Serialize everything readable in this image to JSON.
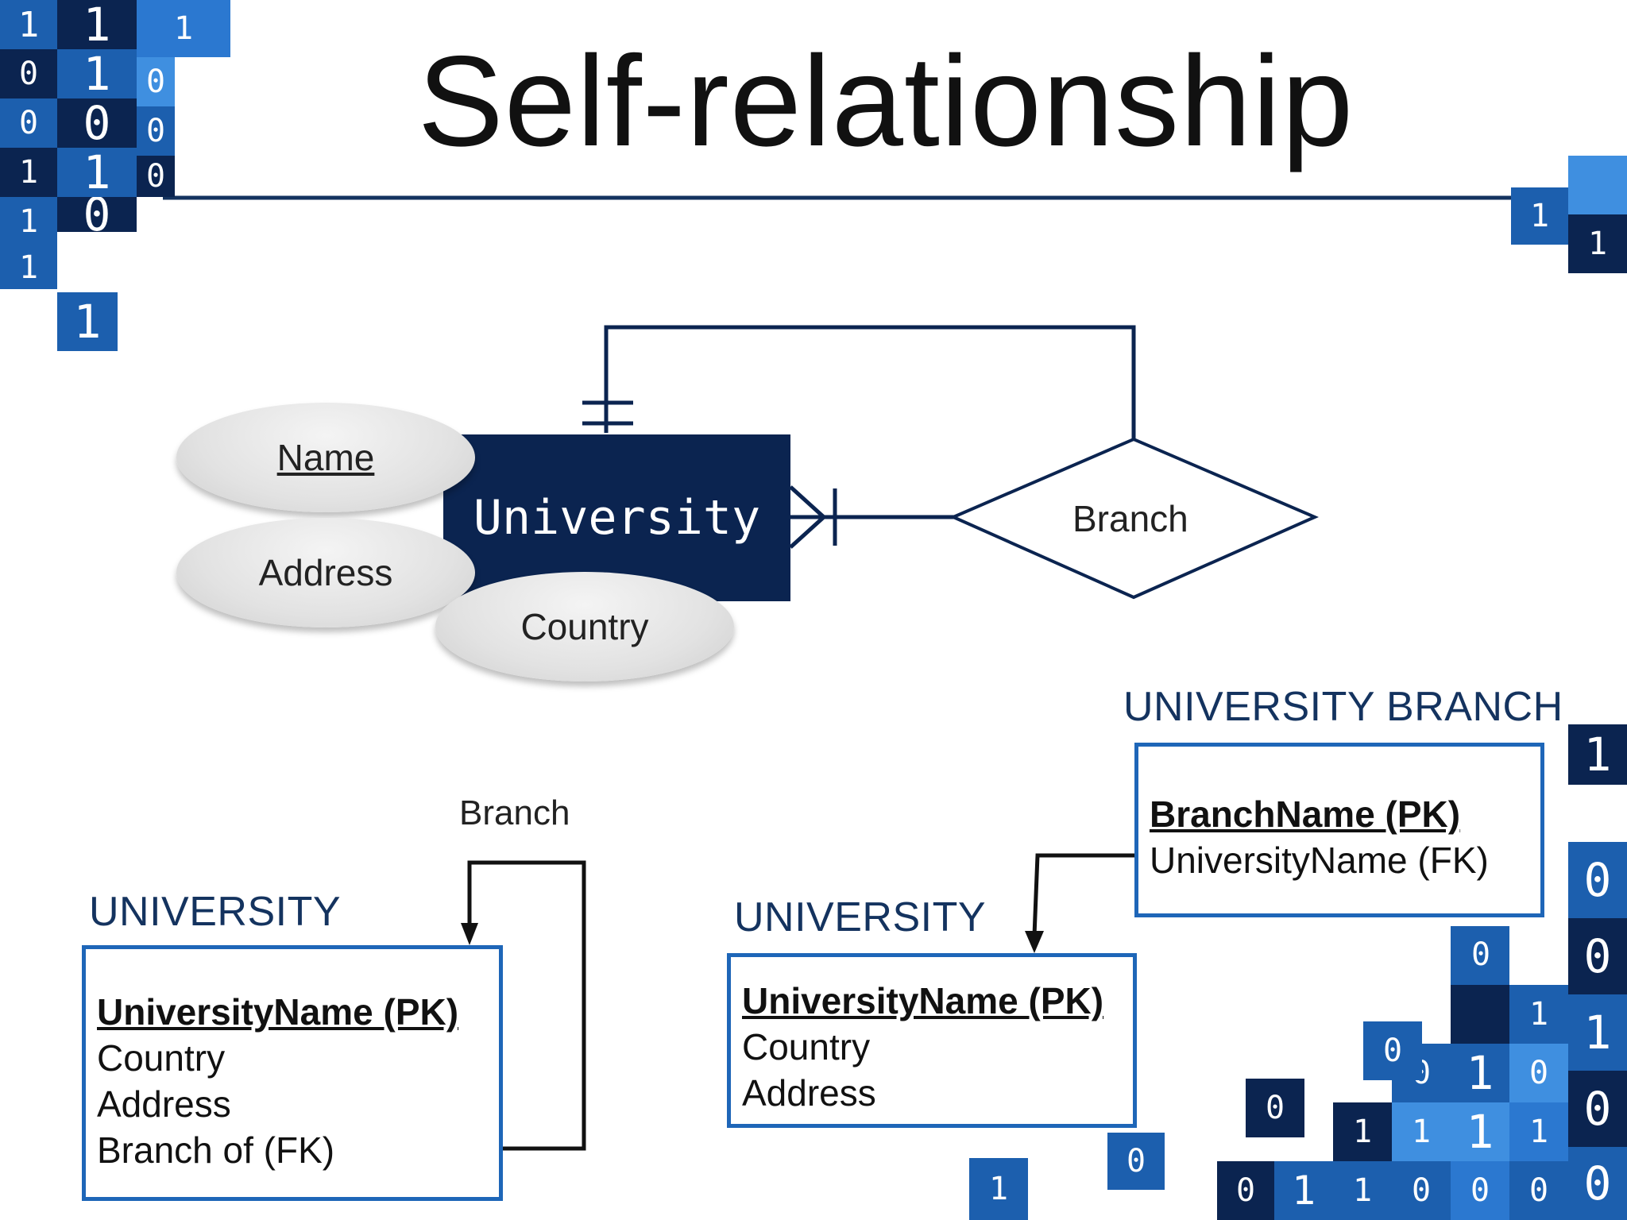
{
  "slide": {
    "title": "Self-relationship"
  },
  "erd": {
    "entity": "University",
    "attributes": {
      "key": "Name",
      "address": "Address",
      "country": "Country"
    },
    "relationship": "Branch"
  },
  "schema_left": {
    "title": "UNIVERSITY",
    "rows": [
      "UniversityName (PK)",
      "Country",
      "Address",
      "Branch of (FK)"
    ],
    "relation_label": "Branch"
  },
  "schema_branch": {
    "title": "UNIVERSITY BRANCH",
    "rows": [
      "BranchName (PK)",
      "UniversityName (FK)"
    ]
  },
  "schema_right": {
    "title": "UNIVERSITY",
    "rows": [
      "UniversityName (PK)",
      "Country",
      "Address"
    ]
  },
  "decor": {
    "tiles_top_left": [
      "1",
      "1",
      "1",
      "0",
      "1",
      "0",
      "0",
      "0",
      "0",
      "1",
      "1",
      "0",
      "1",
      "0",
      "1",
      "1"
    ],
    "tiles_top_right": [
      "1",
      "1"
    ],
    "tiles_bottom_right": [
      "1",
      "0",
      "0",
      "1",
      "0",
      "0",
      "1",
      "1",
      "0",
      "1",
      "0",
      "1",
      "1",
      "0",
      "0",
      "1",
      "0",
      "1",
      "1",
      "0",
      "1",
      "0",
      "0",
      "0",
      "1",
      "0",
      "0"
    ],
    "colors": {
      "navy": "#0b2450",
      "mid": "#1c5fae",
      "light": "#3f8fe0",
      "border": "#1e66b8"
    }
  }
}
